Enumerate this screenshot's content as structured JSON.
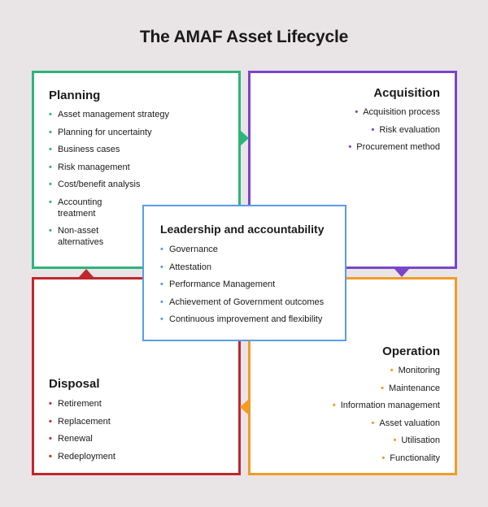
{
  "title": "The AMAF Asset Lifecycle",
  "colors": {
    "planning": "#2db57a",
    "acquisition": "#7a45c9",
    "operation": "#f29b25",
    "disposal": "#c1272d",
    "leadership": "#5b9bea"
  },
  "planning": {
    "heading": "Planning",
    "items": [
      "Asset management strategy",
      "Planning for uncertainty",
      "Business cases",
      "Risk management",
      "Cost/benefit analysis",
      "Accounting treatment",
      "Non-asset alternatives"
    ]
  },
  "acquisition": {
    "heading": "Acquisition",
    "items": [
      "Acquisition process",
      "Risk evaluation",
      "Procurement method"
    ]
  },
  "operation": {
    "heading": "Operation",
    "items": [
      "Monitoring",
      "Maintenance",
      "Information management",
      "Asset valuation",
      "Utilisation",
      "Functionality"
    ]
  },
  "disposal": {
    "heading": "Disposal",
    "items": [
      "Retirement",
      "Replacement",
      "Renewal",
      "Redeployment"
    ]
  },
  "leadership": {
    "heading": "Leadership and accountability",
    "items": [
      "Governance",
      "Attestation",
      "Performance Management",
      "Achievement of Government outcomes",
      "Continuous improvement and flexibility"
    ]
  },
  "bullet": "•"
}
